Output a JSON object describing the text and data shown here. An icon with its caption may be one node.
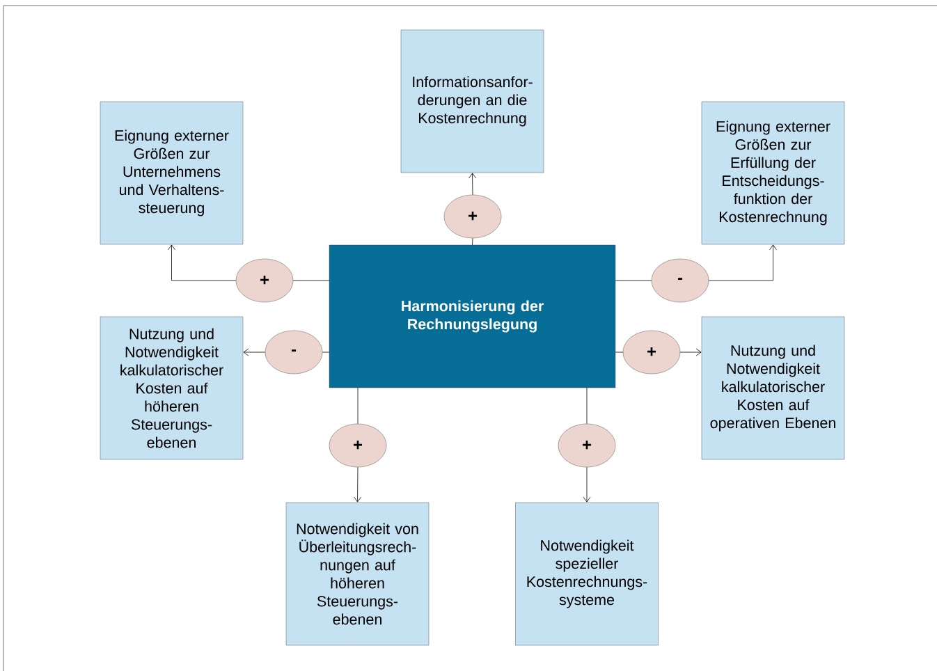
{
  "diagram": {
    "nodes": [
      {
        "text": [
          "Harmonisierung der Rechnungslegung"
        ]
      },
      {
        "text": [
          "Informationsanfor- derungen an die Kostenrechnung"
        ]
      },
      {
        "text": [
          "Eignung externer Größen zur Unternehmens und Verhaltens- steuerung"
        ]
      },
      {
        "text": [
          "Eignung externer Größen zur Erfüllung der Entscheidungs- funktion der Kostenrechnung"
        ]
      },
      {
        "text": [
          "Nutzung und Notwendigkeit kalkulatorischer Kosten auf höheren Steuerungs- ebenen"
        ]
      },
      {
        "text": [
          "Nutzung und Notwendigkeit kalkulatorischer Kosten auf operativen Ebenen"
        ]
      },
      {
        "text": [
          "Notwendigkeit von Überleitungsrech- nungen auf höheren Steuerungs- ebenen"
        ]
      },
      {
        "text": [
          "Notwendigkeit spezieller Kostenrechnungs- systeme"
        ]
      },
      {
        "text": [
          "+"
        ]
      },
      {
        "text": [
          "+"
        ]
      },
      {
        "text": [
          "-"
        ]
      },
      {
        "text": [
          "-"
        ]
      },
      {
        "text": [
          "+"
        ]
      },
      {
        "text": [
          "+"
        ]
      },
      {
        "text": [
          "+"
        ]
      }
    ],
    "edges": [
      {
        "from": 0,
        "to": 8,
        "arrow": "none"
      },
      {
        "from": 8,
        "to": 1,
        "arrow": "to"
      },
      {
        "from": 0,
        "to": 9,
        "arrow": "none"
      },
      {
        "from": 9,
        "to": 2,
        "arrow": "to"
      },
      {
        "from": 0,
        "to": 10,
        "arrow": "none"
      },
      {
        "from": 10,
        "to": 3,
        "arrow": "to"
      },
      {
        "from": 0,
        "to": 11,
        "arrow": "none"
      },
      {
        "from": 11,
        "to": 4,
        "arrow": "to"
      },
      {
        "from": 0,
        "to": 12,
        "arrow": "none"
      },
      {
        "from": 12,
        "to": 5,
        "arrow": "to"
      },
      {
        "from": 0,
        "to": 13,
        "arrow": "none"
      },
      {
        "from": 13,
        "to": 6,
        "arrow": "to"
      },
      {
        "from": 0,
        "to": 14,
        "arrow": "none"
      },
      {
        "from": 14,
        "to": 7,
        "arrow": "to"
      }
    ]
  }
}
